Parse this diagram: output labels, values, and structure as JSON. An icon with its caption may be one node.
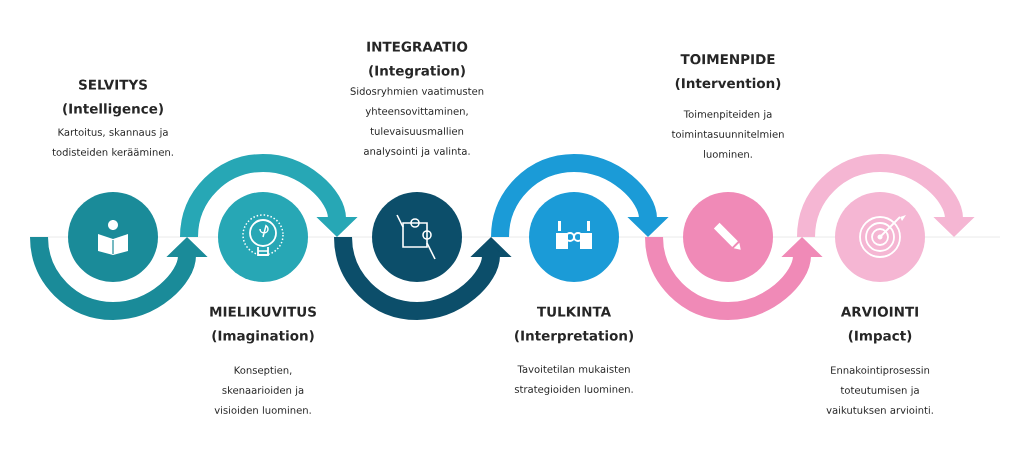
{
  "diagram": {
    "nodes": [
      {
        "text": [
          "SELVITYS (Intelligence)",
          "Kartoitus, skannaus ja todisteiden kerääminen."
        ]
      },
      {
        "text": [
          "MIELIKUVITUS (Imagination)",
          "Konseptien, skenaarioiden ja visioiden luominen."
        ]
      },
      {
        "text": [
          "INTEGRAATIO (Integration)",
          "Sidosryhmien vaatimusten yhteensovittaminen, tulevaisuusmallien analysointi ja valinta."
        ]
      },
      {
        "text": [
          "TULKINTA (Interpretation)",
          "Tavoitetilan mukaisten strategioiden luominen."
        ]
      },
      {
        "text": [
          "TOIMENPIDE (Intervention)",
          "Toimenpiteiden ja toimintasuunnitelmien luominen."
        ]
      },
      {
        "text": [
          "ARVIOINTI (Impact)",
          "Ennakointiprosessin toteutumisen ja vaikutuksen arviointi."
        ]
      }
    ]
  }
}
